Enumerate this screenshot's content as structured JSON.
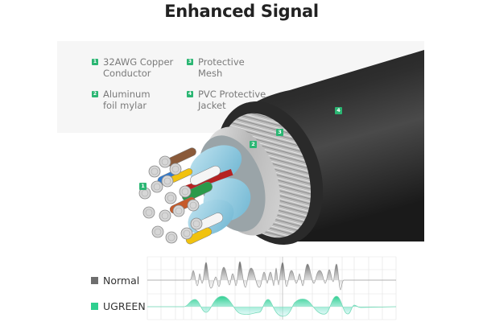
{
  "title": "Enhanced Signal",
  "legend": [
    {
      "num": "1",
      "text": "32AWG Copper\nConductor"
    },
    {
      "num": "2",
      "text": "Aluminum\nfoil mylar"
    },
    {
      "num": "3",
      "text": "Protective\nMesh"
    },
    {
      "num": "4",
      "text": "PVC Protective\nJacket"
    }
  ],
  "callouts": [
    "1",
    "2",
    "3",
    "4"
  ],
  "signal": {
    "normal_label": "Normal",
    "ugreen_label": "UGREEN",
    "normal_color": "#6e6e6e",
    "ugreen_color": "#2ecf8f"
  },
  "colors": {
    "accent": "#2bb673",
    "panel": "#f6f6f6",
    "jacket": "#2a2a2a"
  }
}
